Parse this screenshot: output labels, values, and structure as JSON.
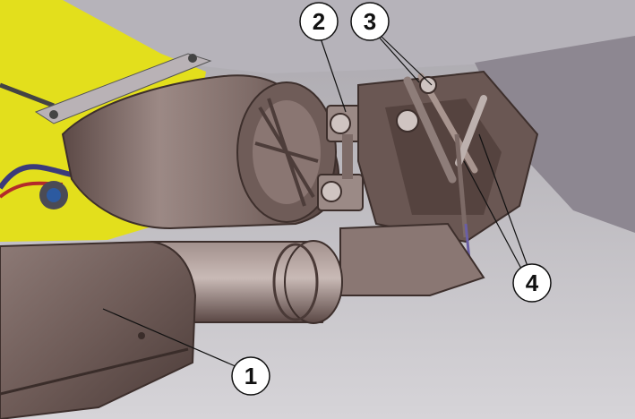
{
  "callouts": [
    {
      "id": "1",
      "label": "1"
    },
    {
      "id": "2",
      "label": "2"
    },
    {
      "id": "3",
      "label": "3"
    },
    {
      "id": "4",
      "label": "4"
    }
  ],
  "colors": {
    "background": "#c9c7cb",
    "engine_bay_yellow": "#e6e21e",
    "metal_dark": "#5e4a47",
    "metal_mid": "#8a7773",
    "metal_light": "#b3a3a0",
    "callout_fill": "#ffffff",
    "callout_text": "#111111"
  }
}
